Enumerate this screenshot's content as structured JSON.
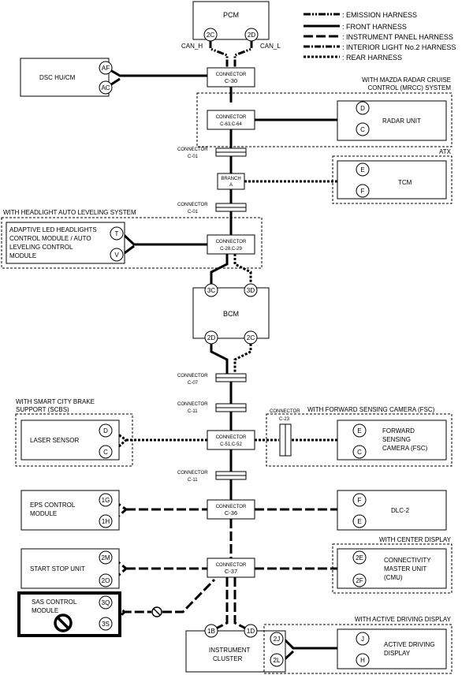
{
  "legend": {
    "emission": ": EMISSION HARNESS",
    "front": ": FRONT HARNESS",
    "instrument": ": INSTRUMENT PANEL HARNESS",
    "interior": ": INTERIOR LIGHT No.2 HARNESS",
    "rear": ": REAR HARNESS"
  },
  "pcm": {
    "name": "PCM",
    "pin_left": "2C",
    "pin_right": "2D",
    "can_h": "CAN_H",
    "can_l": "CAN_L"
  },
  "dsc": {
    "name": "DSC HU/CM",
    "pin_a": "AF",
    "pin_b": "AC"
  },
  "connector_c30": {
    "line1": "CONNECTOR",
    "line2": "C-30"
  },
  "mrcc": {
    "title_line1": "WITH MAZDA RADAR CRUISE",
    "title_line2": "CONTROL (MRCC) SYSTEM",
    "unit": "RADAR UNIT",
    "pin_a": "D",
    "pin_b": "C"
  },
  "connector_c63": {
    "line1": "CONNECTOR",
    "line2": "C-63,C-64"
  },
  "connector_c01a": {
    "line1": "CONNECTOR",
    "line2": "C-01"
  },
  "branch_a": {
    "line1": "BRANCH",
    "line2": "A"
  },
  "atx": {
    "title": "ATX",
    "unit": "TCM",
    "pin_a": "E",
    "pin_b": "F"
  },
  "connector_c01b": {
    "line1": "CONNECTOR",
    "line2": "C-01"
  },
  "headlight": {
    "title": "WITH HEADLIGHT AUTO LEVELING SYSTEM",
    "line1": "ADAPTIVE LED HEADLIGHTS",
    "line2": "CONTROL MODULE / AUTO",
    "line3": "LEVELING CONTROL",
    "line4": "MODULE",
    "pin_a": "T",
    "pin_b": "V"
  },
  "connector_c28": {
    "line1": "CONNECTOR",
    "line2": "C-28,C-29"
  },
  "bcm": {
    "name": "BCM",
    "pin_tl": "3C",
    "pin_tr": "3D",
    "pin_bl": "2D",
    "pin_br": "2C"
  },
  "connector_c07": {
    "line1": "CONNECTOR",
    "line2": "C-07"
  },
  "connector_c11a": {
    "line1": "CONNECTOR",
    "line2": "C-11"
  },
  "scbs": {
    "title_line1": "WITH SMART CITY BRAKE",
    "title_line2": "SUPPORT (SCBS)",
    "unit": "LASER SENSOR",
    "pin_a": "D",
    "pin_b": "C"
  },
  "connector_c51": {
    "line1": "CONNECTOR",
    "line2": "C-51,C-52"
  },
  "connector_c23": {
    "line1": "CONNECTOR",
    "line2": "C-23"
  },
  "fsc": {
    "title": "WITH FORWARD SENSING CAMERA (FSC)",
    "line1": "FORWARD",
    "line2": "SENSING",
    "line3": "CAMERA (FSC)",
    "pin_a": "E",
    "pin_b": "C"
  },
  "connector_c11b": {
    "line1": "CONNECTOR",
    "line2": "C-11"
  },
  "eps": {
    "line1": "EPS CONTROL",
    "line2": "MODULE",
    "pin_a": "1G",
    "pin_b": "1H"
  },
  "connector_c36": {
    "line1": "CONNECTOR",
    "line2": "C-36"
  },
  "dlc": {
    "name": "DLC-2",
    "pin_a": "F",
    "pin_b": "E"
  },
  "start_stop": {
    "name": "START STOP UNIT",
    "pin_a": "2M",
    "pin_b": "2O"
  },
  "connector_c37": {
    "line1": "CONNECTOR",
    "line2": "C-37"
  },
  "cmu": {
    "title": "WITH CENTER DISPLAY",
    "line1": "CONNECTIVITY",
    "line2": "MASTER UNIT",
    "line3": "(CMU)",
    "pin_a": "2E",
    "pin_b": "2F"
  },
  "sas": {
    "line1": "SAS CONTROL",
    "line2": "MODULE",
    "pin_a": "3Q",
    "pin_b": "3S"
  },
  "cluster": {
    "line1": "INSTRUMENT",
    "line2": "CLUSTER",
    "pin_a": "1B",
    "pin_b": "1D",
    "pin_c": "2J",
    "pin_d": "2L"
  },
  "add": {
    "title": "WITH ACTIVE DRIVING DISPLAY",
    "line1": "ACTIVE DRIVING",
    "line2": "DISPLAY",
    "pin_a": "J",
    "pin_b": "H"
  }
}
